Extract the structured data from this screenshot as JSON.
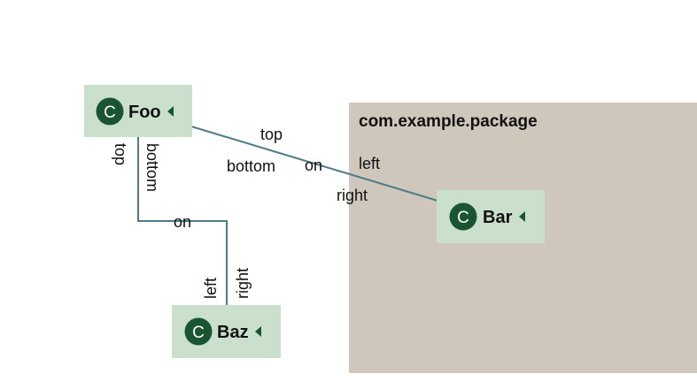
{
  "colors": {
    "package_fill": "#cfc6bc",
    "class_fill": "#cbe0cc",
    "circle_fill": "#1a5532",
    "circle_text": "#ffffff",
    "edge_stroke": "#4f7d86",
    "text": "#111111"
  },
  "package": {
    "name": "com.example.package"
  },
  "classes": {
    "foo": {
      "badge": "C",
      "name": "Foo",
      "toggle_icon": "caret-left-icon"
    },
    "bar": {
      "badge": "C",
      "name": "Bar",
      "toggle_icon": "caret-left-icon"
    },
    "baz": {
      "badge": "C",
      "name": "Baz",
      "toggle_icon": "caret-left-icon"
    }
  },
  "edges": {
    "foo_bar": {
      "source_label": "top",
      "source_label_2": "bottom",
      "mid_label": "on",
      "target_label": "left",
      "target_label_2": "right"
    },
    "foo_baz": {
      "source_label": "top",
      "source_label_2": "bottom",
      "mid_label": "on",
      "target_label": "left",
      "target_label_2": "right"
    }
  }
}
